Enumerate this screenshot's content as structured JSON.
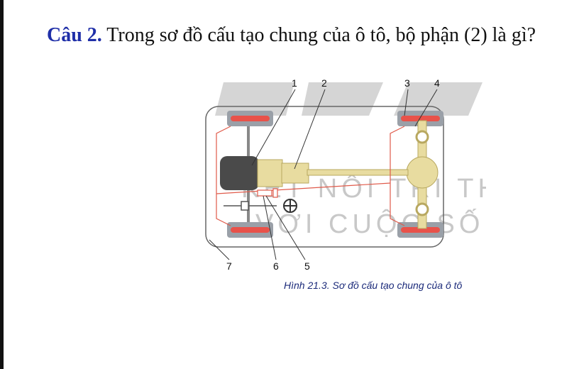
{
  "question": {
    "label": "Câu 2.",
    "text": " Trong sơ đồ cấu tạo chung của ô tô, bộ phận (2) là gì?"
  },
  "figure": {
    "caption": "Hình 21.3. Sơ đồ cấu tạo chung của ô tô",
    "callouts": [
      "1",
      "2",
      "3",
      "4",
      "5",
      "6",
      "7"
    ],
    "watermark_line1": "KẾT NỐI TRI THỨC",
    "watermark_line2": "VỚI CUỘC SỐNG",
    "colors": {
      "frame": "#666666",
      "wheel": "#9aa0a8",
      "wheel_hub": "#e8524a",
      "engine": "#4a4a4a",
      "drivetrain": "#e8dca0",
      "brake_lines": "#e05a4a",
      "logo_grey": "#d5d5d5"
    }
  }
}
